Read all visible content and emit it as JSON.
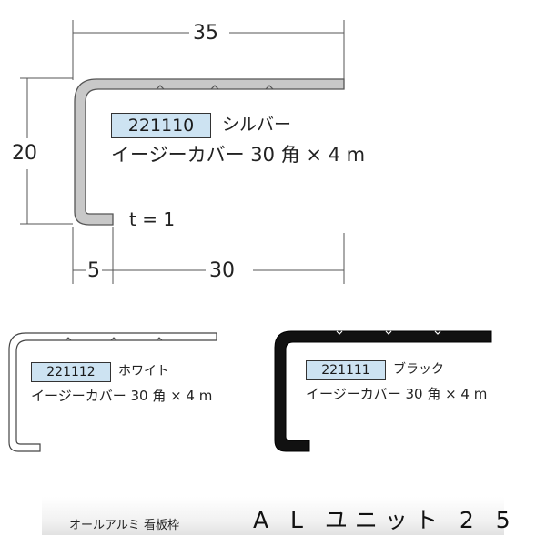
{
  "top_profile": {
    "dim_width": "35",
    "dim_height": "20",
    "dim_lip": "5",
    "dim_inner": "30",
    "thickness": "t = 1",
    "code": "221110",
    "color_name": "シルバー",
    "description": "イージーカバー 30 角 × 4 m",
    "fill_color": "#c8c8c8"
  },
  "white_profile": {
    "code": "221112",
    "color_name": "ホワイト",
    "description": "イージーカバー 30 角 × 4 m",
    "fill_color": "#ffffff"
  },
  "black_profile": {
    "code": "221111",
    "color_name": "ブラック",
    "description": "イージーカバー 30 角 × 4 m",
    "fill_color": "#111111"
  },
  "footer": {
    "subtitle": "オールアルミ 看板枠",
    "title": "A L ユニット 2 5"
  }
}
